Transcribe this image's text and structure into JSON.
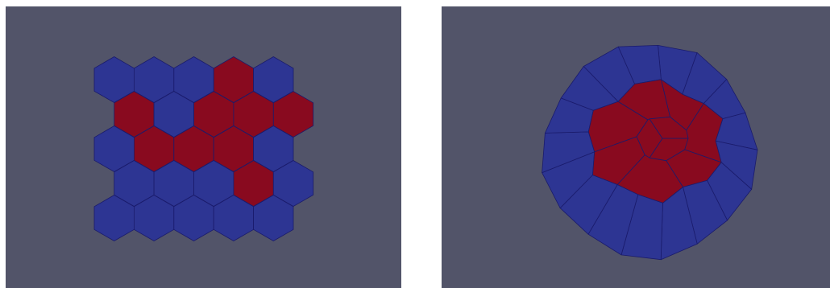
{
  "colors": {
    "background": "#ffffff",
    "viewport": "#525469",
    "region_a": "#2d3593",
    "region_b": "#890a1f",
    "cell_edge": "#1a1b6b"
  },
  "left_mesh": {
    "type": "hexagonal-grid",
    "rows": [
      [
        "a",
        "a",
        "a",
        "b",
        "a"
      ],
      [
        "b",
        "a",
        "b",
        "b",
        "b"
      ],
      [
        "a",
        "b",
        "b",
        "b",
        "a"
      ],
      [
        "a",
        "a",
        "a",
        "b",
        "a"
      ],
      [
        "a",
        "a",
        "a",
        "a",
        "a"
      ]
    ]
  },
  "right_mesh": {
    "type": "voronoi-disk",
    "inner_cells": 10,
    "outer_cells": 17
  }
}
